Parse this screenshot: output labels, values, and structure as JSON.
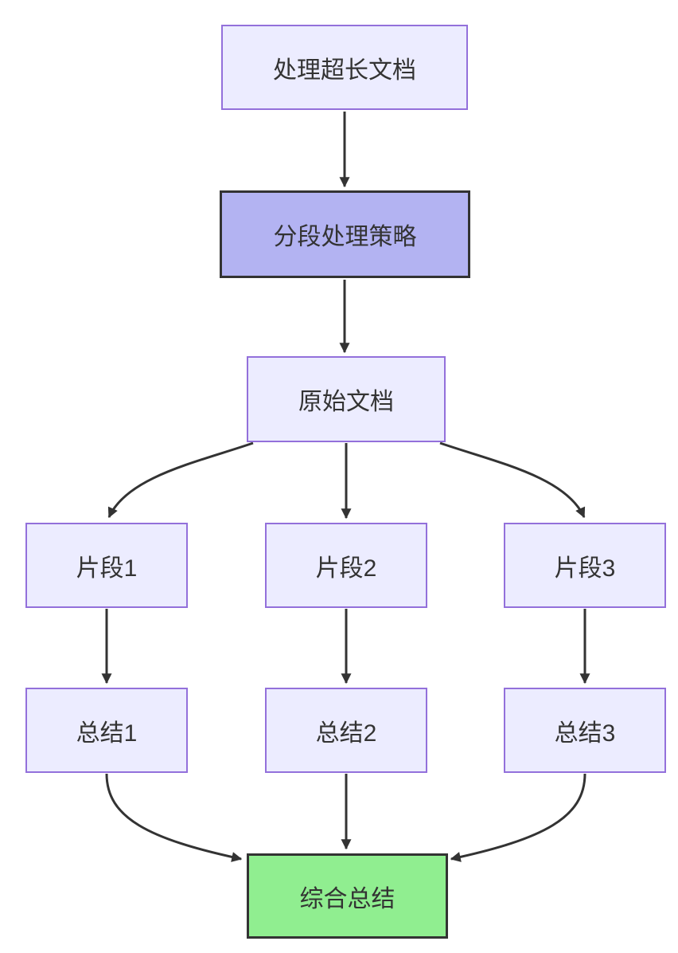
{
  "diagram": {
    "type": "flowchart",
    "direction": "top-down",
    "nodes": [
      {
        "id": "A",
        "label": "处理超长文档",
        "style": "default"
      },
      {
        "id": "B",
        "label": "分段处理策略",
        "style": "emphasis"
      },
      {
        "id": "C",
        "label": "原始文档",
        "style": "default"
      },
      {
        "id": "D1",
        "label": "片段1",
        "style": "default"
      },
      {
        "id": "D2",
        "label": "片段2",
        "style": "default"
      },
      {
        "id": "D3",
        "label": "片段3",
        "style": "default"
      },
      {
        "id": "E1",
        "label": "总结1",
        "style": "default"
      },
      {
        "id": "E2",
        "label": "总结2",
        "style": "default"
      },
      {
        "id": "E3",
        "label": "总结3",
        "style": "default"
      },
      {
        "id": "F",
        "label": "综合总结",
        "style": "result"
      }
    ],
    "edges": [
      {
        "from": "A",
        "to": "B"
      },
      {
        "from": "B",
        "to": "C"
      },
      {
        "from": "C",
        "to": "D1"
      },
      {
        "from": "C",
        "to": "D2"
      },
      {
        "from": "C",
        "to": "D3"
      },
      {
        "from": "D1",
        "to": "E1"
      },
      {
        "from": "D2",
        "to": "E2"
      },
      {
        "from": "D3",
        "to": "E3"
      },
      {
        "from": "E1",
        "to": "F"
      },
      {
        "from": "E2",
        "to": "F"
      },
      {
        "from": "E3",
        "to": "F"
      }
    ]
  },
  "colors": {
    "node_fill": "#ECECFF",
    "node_border": "#9370DB",
    "emphasis_fill": "#B3B3F2",
    "emphasis_border": "#333333",
    "result_fill": "#90EE90",
    "result_border": "#333333",
    "edge_color": "#333333",
    "text_color": "#333333",
    "background": "#FFFFFF"
  }
}
